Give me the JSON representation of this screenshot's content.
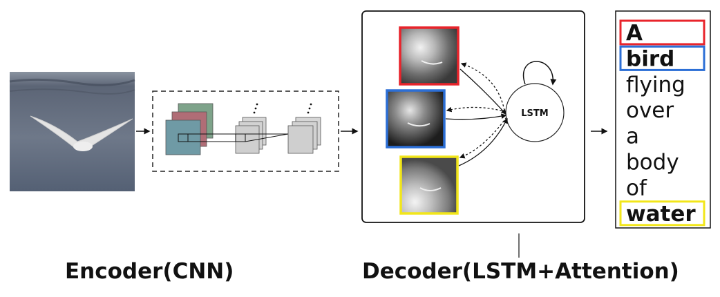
{
  "captions": {
    "encoder": "Encoder(CNN)",
    "decoder": "Decoder(LSTM+Attention)"
  },
  "lstm_label": "LSTM",
  "caption_words": [
    {
      "text": "A",
      "highlighted": true,
      "highlight_color": "#e8242b"
    },
    {
      "text": "bird",
      "highlighted": true,
      "highlight_color": "#2c6fd6"
    },
    {
      "text": "flying",
      "highlighted": false
    },
    {
      "text": "over",
      "highlighted": false
    },
    {
      "text": "a",
      "highlighted": false
    },
    {
      "text": "body",
      "highlighted": false
    },
    {
      "text": "of",
      "highlighted": false
    },
    {
      "text": "water",
      "highlighted": true,
      "highlight_color": "#f2e61a"
    }
  ],
  "attention_maps": [
    {
      "name": "attention-map-red",
      "border_color": "#e8242b"
    },
    {
      "name": "attention-map-blue",
      "border_color": "#2c6fd6"
    },
    {
      "name": "attention-map-yellow",
      "border_color": "#f2e61a"
    }
  ],
  "colors": {
    "red": "#e8242b",
    "blue": "#2c6fd6",
    "yellow": "#f2e61a",
    "photo_water": "#5f6a7d",
    "feature_teal": "#6f9aa5",
    "feature_red": "#b06d76",
    "feature_green": "#7ea38a",
    "feature_gray": "#d0d0d0"
  },
  "icons": [
    "bird-photo",
    "feature-map-stack",
    "lstm-node",
    "arrow-right"
  ]
}
